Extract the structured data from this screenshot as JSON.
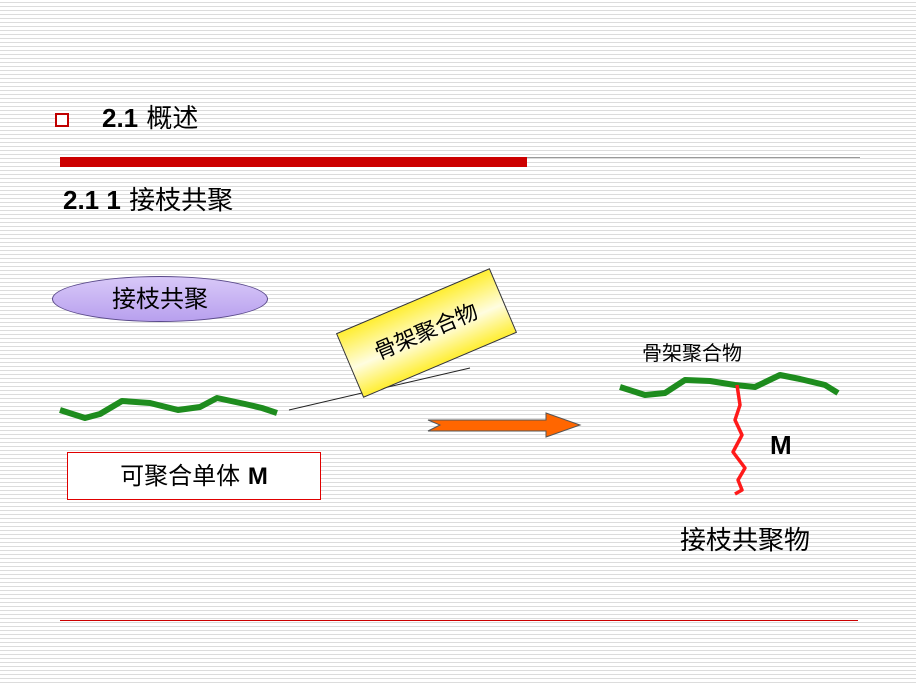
{
  "heading": {
    "number": "2.1",
    "title": "概述"
  },
  "subheading": {
    "number": "2.1 1",
    "title": "接枝共聚"
  },
  "diagram": {
    "oval_label": "接枝共聚",
    "monomer_label": "可聚合单体",
    "monomer_symbol": "M",
    "callout_label": "骨架聚合物",
    "backbone_label": "骨架聚合物",
    "branch_label": "M",
    "product_label": "接枝共聚物",
    "colors": {
      "backbone": "#1e8c1e",
      "branch": "#ff1a1a",
      "arrow": "#ff6600",
      "accent": "#cc0000"
    }
  }
}
